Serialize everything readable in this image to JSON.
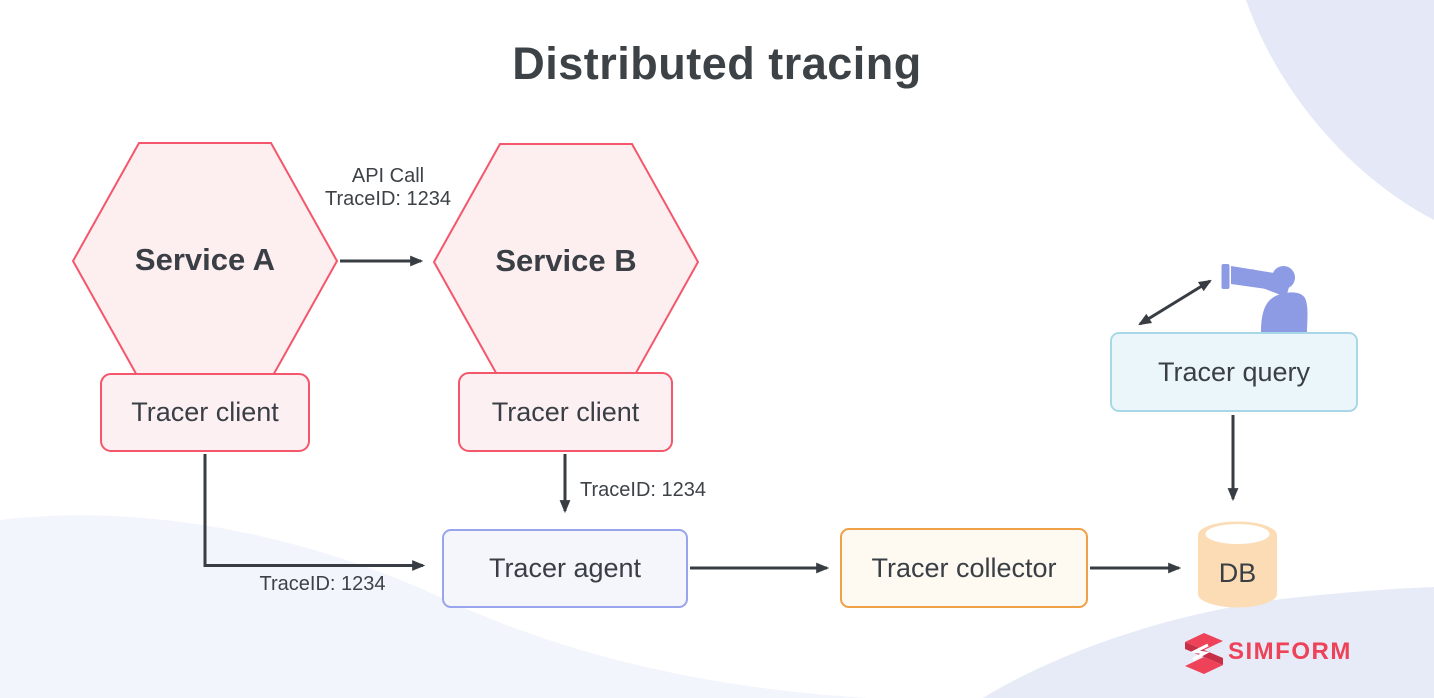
{
  "title": "Distributed tracing",
  "nodes": {
    "service_a": "Service A",
    "service_b": "Service B",
    "tracer_client_a": "Tracer client",
    "tracer_client_b": "Tracer client",
    "tracer_agent": "Tracer agent",
    "tracer_collector": "Tracer collector",
    "tracer_query": "Tracer query",
    "db": "DB"
  },
  "edge_labels": {
    "api_call_line1": "API Call",
    "api_call_line2": "TraceID: 1234",
    "client_a_to_agent": "TraceID: 1234",
    "client_b_to_agent": "TraceID: 1234"
  },
  "branding": {
    "logo_text": "SIMFORM"
  },
  "colors": {
    "text": "#3D4247",
    "arrow": "#383D43",
    "hexagon_border": "#F4566B",
    "hexagon_fill": "#FDEEF0",
    "client_fill": "#FDF0F2",
    "agent_border": "#98A4EB",
    "agent_fill": "#F5F6FC",
    "collector_border": "#EFA14A",
    "collector_fill": "#FEF9F1",
    "query_border": "#A8D8E8",
    "query_fill": "#EBF6FA",
    "db_fill": "#FBDCB4",
    "person_icon": "#8C9BE4",
    "brand_red": "#EE4258",
    "blob_top_right": "#E4E8F7",
    "blob_bottom_left": "#F2F5FC",
    "blob_bottom_right": "#E7EBF8"
  }
}
